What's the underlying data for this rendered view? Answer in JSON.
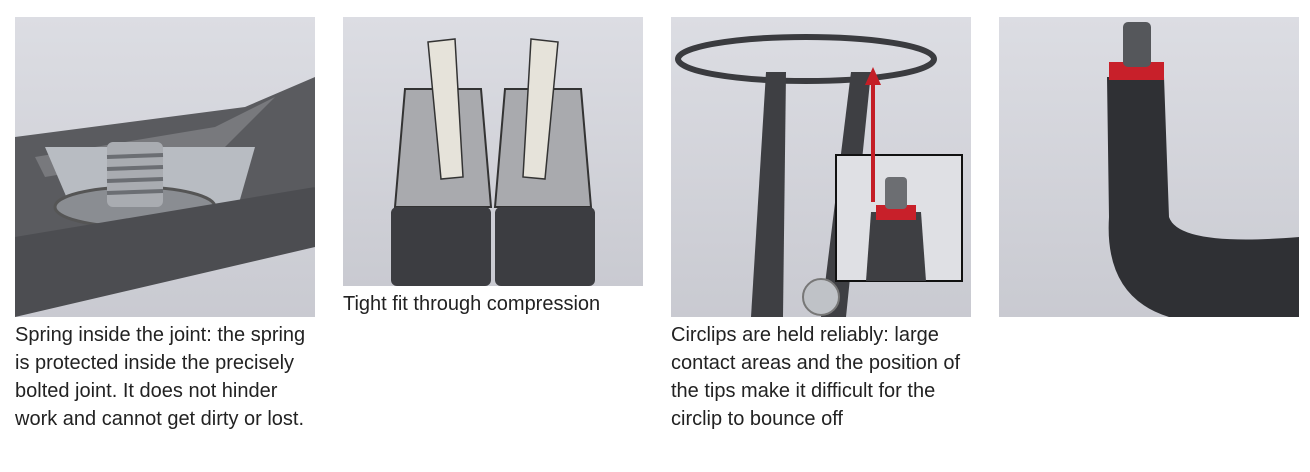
{
  "features": [
    {
      "caption": "Spring inside the joint: the spring is protected inside the precisely bolted joint. It does not hinder work and cannot get dirty or lost.",
      "image": "spring-joint-closeup"
    },
    {
      "caption": "Tight fit through compression",
      "image": "plier-tips-compression"
    },
    {
      "caption": "Circlips are held reliably: large contact areas and the position of the tips make it difficult for the circlip to bounce off",
      "image": "circlip-held-by-tips"
    },
    {
      "caption": "",
      "image": "bent-tip-closeup"
    }
  ],
  "colors": {
    "tip_red": "#c8202a",
    "arrow_red": "#c41e26",
    "background": "#d3d4da"
  }
}
